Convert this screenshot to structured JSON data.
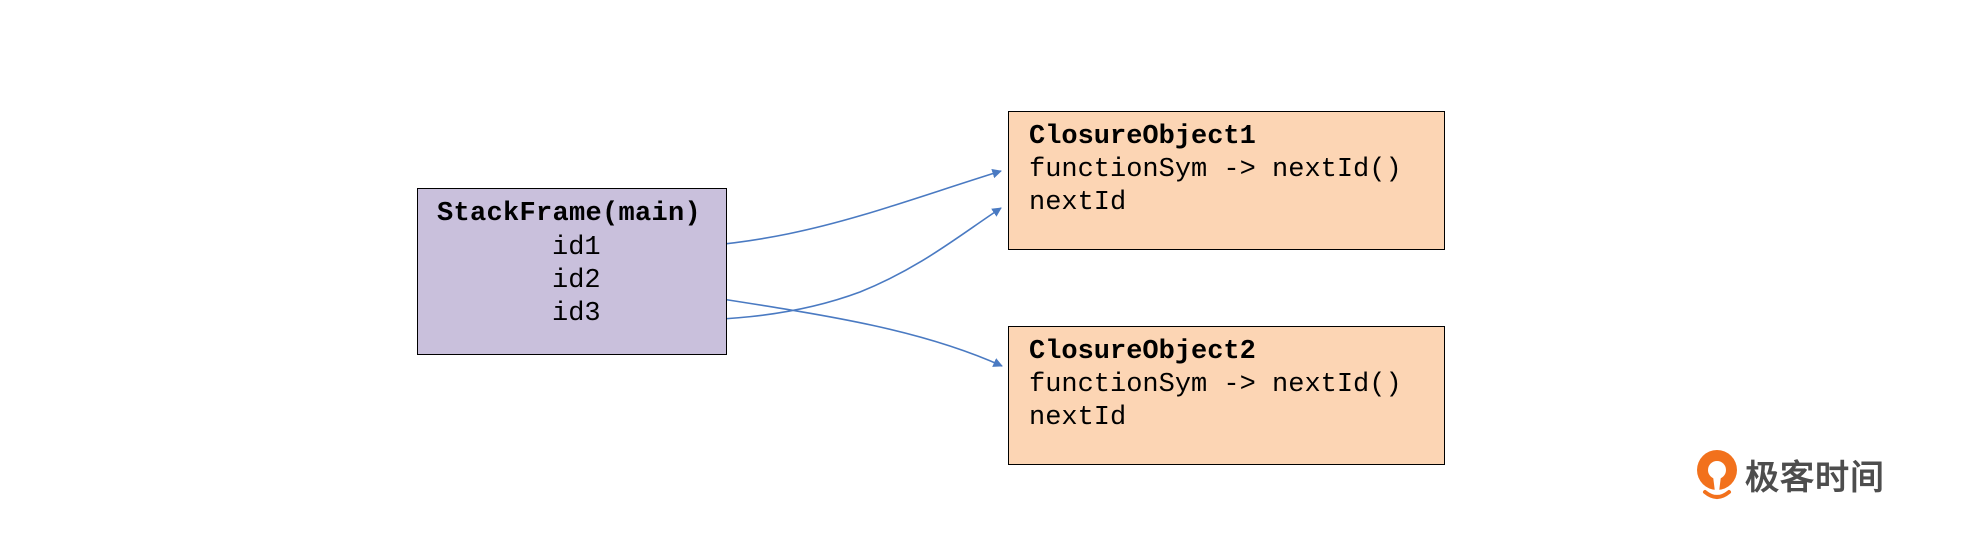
{
  "stack_frame": {
    "title": "StackFrame(main)",
    "vars": [
      "id1",
      "id2",
      "id3"
    ]
  },
  "closures": [
    {
      "title": "ClosureObject1",
      "fields": [
        "functionSym -> nextId()",
        "nextId"
      ]
    },
    {
      "title": "ClosureObject2",
      "fields": [
        "functionSym -> nextId()",
        "nextId"
      ]
    }
  ],
  "arrows": [
    {
      "from": "id1",
      "to": "ClosureObject1"
    },
    {
      "from": "id2",
      "to": "ClosureObject2"
    },
    {
      "from": "id3",
      "to": "ClosureObject1"
    }
  ],
  "logo": {
    "text": "极客时间",
    "icon": "geektime-logo-icon"
  },
  "colors": {
    "stack_fill": "#c9c0dc",
    "closure_fill": "#fcd5b4",
    "arrow": "#4a7ac2",
    "logo_orange": "#f2711c"
  }
}
